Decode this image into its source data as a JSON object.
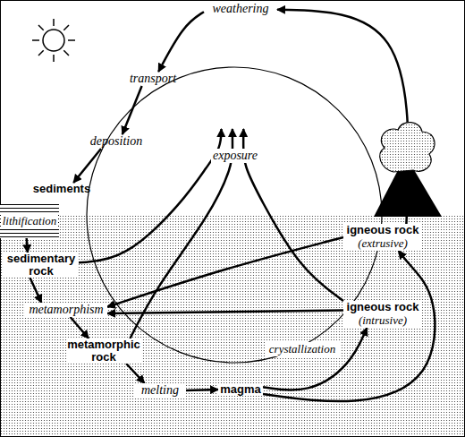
{
  "diagram": {
    "nodes": [
      {
        "text": [
          "weathering"
        ]
      },
      {
        "text": [
          "transport"
        ]
      },
      {
        "text": [
          "deposition"
        ]
      },
      {
        "text": [
          "exposure"
        ]
      },
      {
        "text": [
          "sediments"
        ]
      },
      {
        "text": [
          "lithification"
        ]
      },
      {
        "text": [
          "igneous rock",
          "(extrusive)"
        ]
      },
      {
        "text": [
          "sedimentary rock"
        ]
      },
      {
        "text": [
          "metamorphism"
        ]
      },
      {
        "text": [
          "igneous rock",
          "(intrusive)"
        ]
      },
      {
        "text": [
          "metamorphic rock"
        ]
      },
      {
        "text": [
          "melting"
        ]
      },
      {
        "text": [
          "magma"
        ]
      }
    ],
    "edges": [
      {
        "from": 6,
        "to": 0,
        "arrow": "to"
      },
      {
        "from": 0,
        "to": 1,
        "arrow": "to"
      },
      {
        "from": 1,
        "to": 2,
        "arrow": "to"
      },
      {
        "from": 2,
        "to": 4,
        "arrow": "to"
      },
      {
        "from": 5,
        "to": 7,
        "arrow": "to"
      },
      {
        "from": 7,
        "to": 8,
        "arrow": "to"
      },
      {
        "from": 8,
        "to": 10,
        "arrow": "to"
      },
      {
        "from": 10,
        "to": 11,
        "arrow": "to"
      },
      {
        "from": 11,
        "to": 12,
        "arrow": "to"
      },
      {
        "from": 12,
        "to": 9,
        "label": "crystallization",
        "arrow": "to"
      },
      {
        "from": 12,
        "to": 6,
        "arrow": "to"
      },
      {
        "from": 6,
        "to": 8,
        "arrow": "to"
      },
      {
        "from": 9,
        "to": 8,
        "arrow": "to"
      },
      {
        "from": 7,
        "to": 3,
        "arrow": "to"
      },
      {
        "from": 10,
        "to": 3,
        "arrow": "to"
      },
      {
        "from": 9,
        "to": 3,
        "arrow": "to"
      }
    ]
  }
}
